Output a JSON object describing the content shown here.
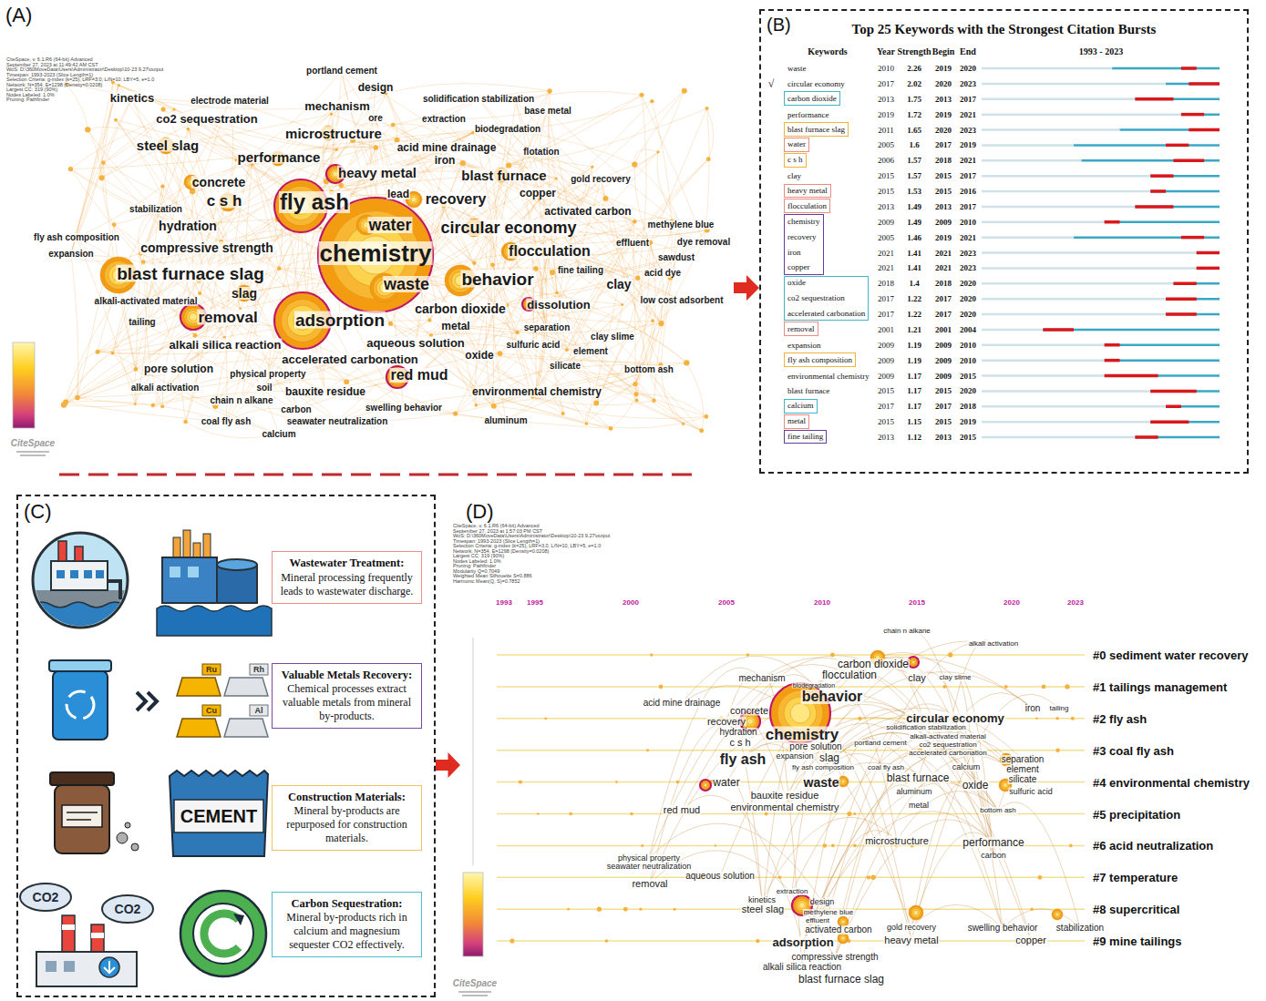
{
  "diagram": {
    "nodes": [
      {
        "text": [
          "(A)"
        ]
      },
      {
        "text": [
          "(B)",
          "Top 25 Keywords with the Strongest Citation Bursts"
        ]
      },
      {
        "text": [
          "carbon dioxide"
        ],
        "in": 1
      },
      {
        "text": [
          "blast furnace slag"
        ],
        "in": 1
      },
      {
        "text": [
          "water"
        ],
        "in": 1
      },
      {
        "text": [
          "c s h"
        ],
        "in": 1
      },
      {
        "text": [
          "heavy metal"
        ],
        "in": 1
      },
      {
        "text": [
          "flocculation"
        ],
        "in": 1
      },
      {
        "text": [
          "chemistry",
          "recovery",
          "iron",
          "copper"
        ],
        "in": 1
      },
      {
        "text": [
          "oxide",
          "co2 sequestration",
          "accelerated carbonation"
        ],
        "in": 1
      },
      {
        "text": [
          "removal"
        ],
        "in": 1
      },
      {
        "text": [
          "fly ash composition"
        ],
        "in": 1
      },
      {
        "text": [
          "calcium"
        ],
        "in": 1
      },
      {
        "text": [
          "metal"
        ],
        "in": 1
      },
      {
        "text": [
          "fine tailing"
        ],
        "in": 1
      },
      {
        "text": [
          "(C)"
        ]
      },
      {
        "text": [
          "Wastewater Treatment:",
          "Mineral processing frequently leads to wastewater discharge."
        ],
        "in": 15
      },
      {
        "text": [
          "Valuable Metals Recovery:",
          "Chemical processes extract valuable metals from mineral by-products."
        ],
        "in": 15
      },
      {
        "text": [
          "Construction Materials:",
          "Mineral by-products are repurposed for construction materials."
        ],
        "in": 15
      },
      {
        "text": [
          "Carbon Sequestration:",
          "Mineral by-products rich in calcium and magnesium sequester CO2 effectively."
        ],
        "in": 15
      },
      {
        "text": [
          "(D)"
        ]
      }
    ],
    "edges": [
      {
        "from": 0,
        "to": 1,
        "arrow": "to"
      },
      {
        "from": 15,
        "to": 20,
        "arrow": "to"
      }
    ],
    "labels": [
      "CiteSpace, v. 6.1.R6 (64-bit) Advanced",
      "September 27, 2023 at 11:49:42 AM CST",
      "WoS: D:\\360MoveData\\Users\\Administrator\\Desktop\\10-23 9.27\\output",
      "Timespan: 1993-2023 (Slice Length=1)",
      "Selection Criteria: g-index (k=25), LRF=3.0, L/N=10, LBY=5, e=1.0",
      "Network: N=354, E=1298 (Density=0.0208)",
      "Largest CC: 319 (90%)",
      "Nodes Labeled: 1.0%",
      "Pruning: Pathfinder",
      "portland cement",
      "design",
      "kinetics",
      "electrode material",
      "mechanism",
      "solidification stabilization",
      "base metal",
      "co2 sequestration",
      "ore",
      "extraction",
      "biodegradation",
      "microstructure",
      "steel slag",
      "performance",
      "acid mine drainage",
      "iron",
      "flotation",
      "heavy metal",
      "concrete",
      "lead",
      "blast furnace",
      "gold recovery",
      "copper",
      "stabilization",
      "c s h",
      "fly ash",
      "recovery",
      "activated carbon",
      "hydration",
      "water",
      "circular economy",
      "methylene blue",
      "dye removal",
      "effluent",
      "fly ash composition",
      "compressive strength",
      "chemistry",
      "flocculation",
      "expansion",
      "sawdust",
      "blast furnace slag",
      "fine tailing",
      "acid dye",
      "slag",
      "waste",
      "behavior",
      "clay",
      "dissolution",
      "low cost adsorbent",
      "alkali-activated material",
      "carbon dioxide",
      "removal",
      "adsorption",
      "separation",
      "metal",
      "tailing",
      "clay slime",
      "aqueous solution",
      "alkali silica reaction",
      "sulfuric acid",
      "oxide",
      "element",
      "accelerated carbonation",
      "pore solution",
      "physical property",
      "red mud",
      "silicate",
      "bottom ash",
      "alkali activation",
      "soil",
      "chain n alkane",
      "environmental chemistry",
      "bauxite residue",
      "swelling behavior",
      "carbon",
      "coal fly ash",
      "seawater neutralization",
      "aluminum",
      "calcium",
      "CiteSpace",
      "Keywords",
      "Year",
      "Strength",
      "Begin",
      "End",
      "1993 - 2023",
      "√",
      "waste",
      "2010",
      "2.26",
      "2019",
      "2020",
      "circular economy",
      "2017",
      "2.02",
      "2020",
      "2023",
      "2013",
      "1.75",
      "2013",
      "2017",
      "performance",
      "2019",
      "1.72",
      "2019",
      "2021",
      "2011",
      "1.65",
      "2020",
      "2023",
      "2005",
      "1.6",
      "2017",
      "2019",
      "2006",
      "1.57",
      "2018",
      "2021",
      "clay",
      "2015",
      "1.57",
      "2015",
      "2017",
      "2015",
      "1.53",
      "2015",
      "2016",
      "2013",
      "1.49",
      "2013",
      "2017",
      "2009",
      "1.49",
      "2009",
      "2010",
      "2005",
      "1.46",
      "2019",
      "2021",
      "2021",
      "1.41",
      "2021",
      "2023",
      "2021",
      "1.41",
      "2021",
      "2023",
      "2018",
      "1.4",
      "2018",
      "2020",
      "2017",
      "1.22",
      "2017",
      "2020",
      "2017",
      "1.22",
      "2017",
      "2020",
      "2001",
      "1.21",
      "2001",
      "2004",
      "expansion",
      "2009",
      "1.19",
      "2009",
      "2010",
      "2009",
      "1.19",
      "2009",
      "2010",
      "environmental chemistry",
      "2009",
      "1.17",
      "2009",
      "2015",
      "blast furnace",
      "2015",
      "1.17",
      "2015",
      "2020",
      "2017",
      "1.17",
      "2017",
      "2018",
      "2015",
      "1.15",
      "2015",
      "2019",
      "2013",
      "1.12",
      "2013",
      "2015",
      "Ru",
      "Rh",
      "Cu",
      "Al",
      "CEMENT",
      "CO2",
      "CO2",
      "CiteSpace, v. 6.1.R6 (64-bit) Advanced",
      "September 27, 2023 at 1:57:03 PM CST",
      "WoS: D:\\360MoveData\\Users\\Administrator\\Desktop\\10-23 9.27\\output",
      "Timespan: 1993-2023 (Slice Length=1)",
      "Selection Criteria: g-index (k=25), LRF=3.0, L/N=10, LBY=5, e=1.0",
      "Network: N=354, E=1298 (Density=0.0208)",
      "Largest CC: 319 (90%)",
      "Nodes Labeled: 1.0%",
      "Pruning: Pathfinder",
      "Modularity Q=0.7049",
      "Weighted Mean Silhouette S=0.886",
      "Harmonic Mean(Q, S)=0.7852",
      "1993",
      "1995",
      "2000",
      "2005",
      "2010",
      "2015",
      "2020",
      "2023",
      "#0 sediment water recovery",
      "#1 tailings management",
      "#2 fly ash",
      "#3 coal fly ash",
      "#4 environmental chemistry",
      "#5 precipitation",
      "#6 acid neutralization",
      "#7 temperature",
      "#8 supercritical",
      "#9 mine tailings",
      "chain n alkane",
      "alkali activation",
      "carbon dioxide",
      "flocculation",
      "clay",
      "clay slime",
      "mechanism",
      "biodegradation",
      "behavior",
      "acid mine drainage",
      "concrete",
      "circular economy",
      "iron",
      "tailing",
      "recovery",
      "hydration",
      "chemistry",
      "solidification stabilization",
      "portland cement",
      "alkali-activated material",
      "co2 sequestration",
      "accelerated carbonation",
      "c s h",
      "pore solution",
      "expansion",
      "slag",
      "fly ash",
      "fly ash composition",
      "separation",
      "element",
      "silicate",
      "coal fly ash",
      "blast furnace",
      "calcium",
      "water",
      "waste",
      "oxide",
      "sulfuric acid",
      "aluminum",
      "bauxite residue",
      "environmental chemistry",
      "metal",
      "red mud",
      "bottom ash",
      "microstructure",
      "performance",
      "carbon",
      "physical property",
      "seawater neutralization",
      "removal",
      "aqueous solution",
      "extraction",
      "kinetics",
      "design",
      "steel slag",
      "methylene blue",
      "effluent",
      "activated carbon",
      "gold recovery",
      "heavy metal",
      "swelling behavior",
      "copper",
      "stabilization",
      "adsorption",
      "compressive strength",
      "alkali silica reaction",
      "blast furnace slag",
      "CiteSpace"
    ]
  }
}
